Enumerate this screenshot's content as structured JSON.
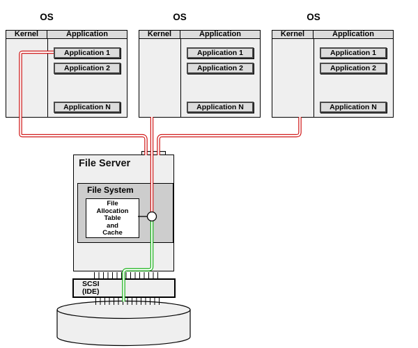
{
  "os_nodes": [
    {
      "title": "OS",
      "columns": {
        "kernel": "Kernel",
        "application": "Application"
      },
      "apps": [
        "Application 1",
        "Application 2",
        "Application N"
      ]
    },
    {
      "title": "OS",
      "columns": {
        "kernel": "Kernel",
        "application": "Application"
      },
      "apps": [
        "Application 1",
        "Application 2",
        "Application N"
      ]
    },
    {
      "title": "OS",
      "columns": {
        "kernel": "Kernel",
        "application": "Application"
      },
      "apps": [
        "Application 1",
        "Application 2",
        "Application N"
      ]
    }
  ],
  "file_server": {
    "title": "File Server",
    "file_system": {
      "title": "File System",
      "fat_lines": [
        "File",
        "Allocation",
        "Table",
        "and",
        "Cache"
      ]
    }
  },
  "storage_interface": {
    "line1": "SCSI",
    "line2": "(IDE)"
  },
  "colors": {
    "cable_red": "#cc0000",
    "cable_green": "#00ab00"
  }
}
